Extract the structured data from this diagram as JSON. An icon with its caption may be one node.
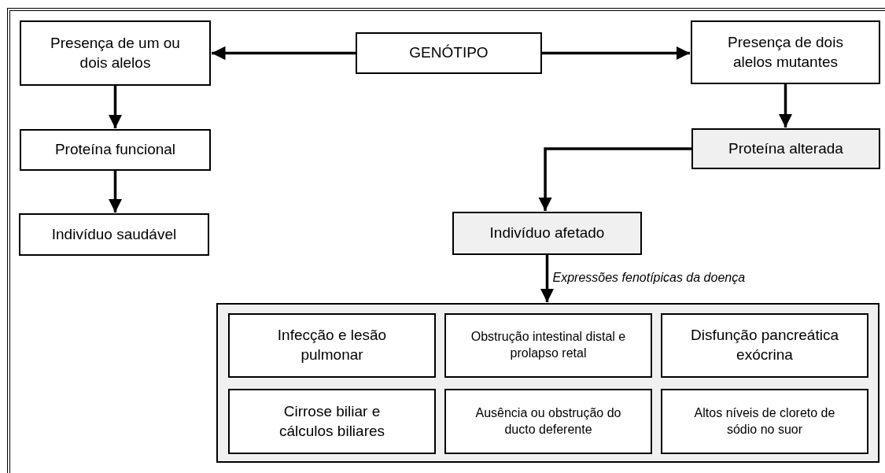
{
  "diagram": {
    "nodes": [
      {
        "text": [
          "GENÓTIPO"
        ]
      },
      {
        "text": [
          "Presença de um ou dois alelos"
        ]
      },
      {
        "text": [
          "Presença de dois alelos mutantes"
        ]
      },
      {
        "text": [
          "Proteína funcional"
        ]
      },
      {
        "text": [
          "Proteína alterada"
        ]
      },
      {
        "text": [
          "Indivíduo saudável"
        ]
      },
      {
        "text": [
          "Indivíduo afetado"
        ]
      },
      {
        "text": [],
        "shape": "box"
      },
      {
        "text": [
          "Infecção e lesão pulmonar"
        ],
        "in": 7
      },
      {
        "text": [
          "Obstrução intestinal distal e prolapso retal"
        ],
        "in": 7
      },
      {
        "text": [
          "Disfunção pancreática exócrina"
        ],
        "in": 7
      },
      {
        "text": [
          "Cirrose biliar e cálculos biliares"
        ],
        "in": 7
      },
      {
        "text": [
          "Ausência ou obstrução do ducto deferente"
        ],
        "in": 7
      },
      {
        "text": [
          "Altos níveis de cloreto de sódio no suor"
        ],
        "in": 7
      }
    ],
    "edges": [
      {
        "from": 0,
        "to": 1,
        "arrow": "to"
      },
      {
        "from": 0,
        "to": 2,
        "arrow": "to"
      },
      {
        "from": 1,
        "to": 3,
        "arrow": "to"
      },
      {
        "from": 3,
        "to": 5,
        "arrow": "to"
      },
      {
        "from": 2,
        "to": 4,
        "arrow": "to"
      },
      {
        "from": 4,
        "to": 6,
        "arrow": "to"
      },
      {
        "from": 6,
        "to": 7,
        "arrow": "to",
        "label": "Expressões fenotípicas da doença"
      }
    ]
  }
}
